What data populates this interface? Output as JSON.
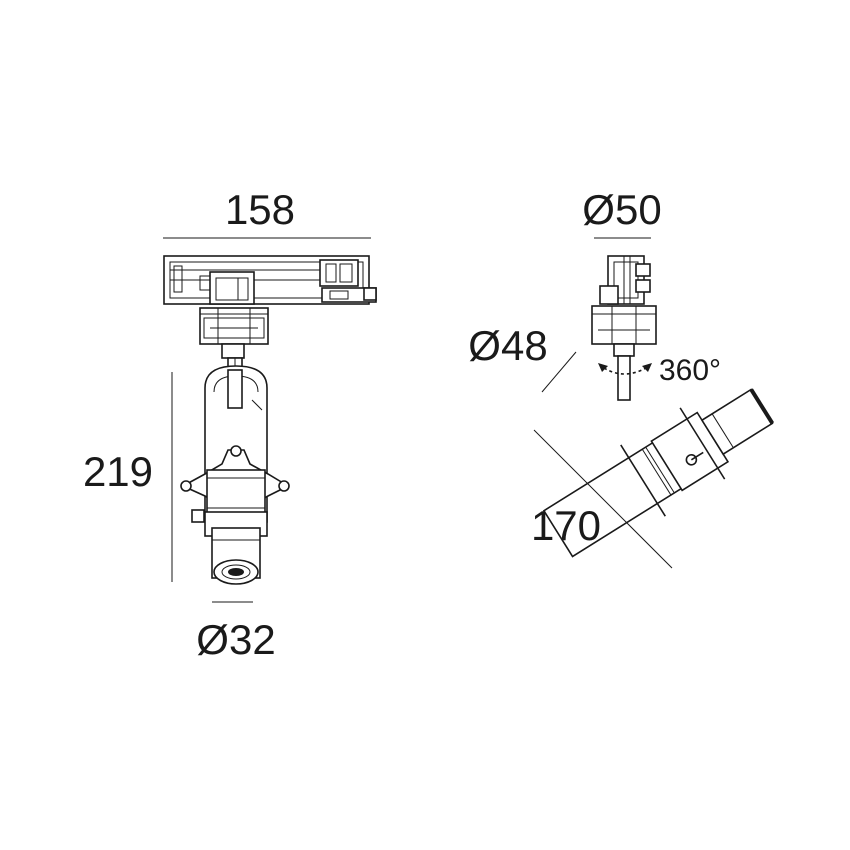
{
  "front_view": {
    "width_label": "158",
    "height_label": "219",
    "lens_diameter_label": "Ø32"
  },
  "side_view": {
    "adapter_diameter_label": "Ø50",
    "body_diameter_label": "Ø48",
    "rotation_label": "360°",
    "length_label": "170"
  }
}
